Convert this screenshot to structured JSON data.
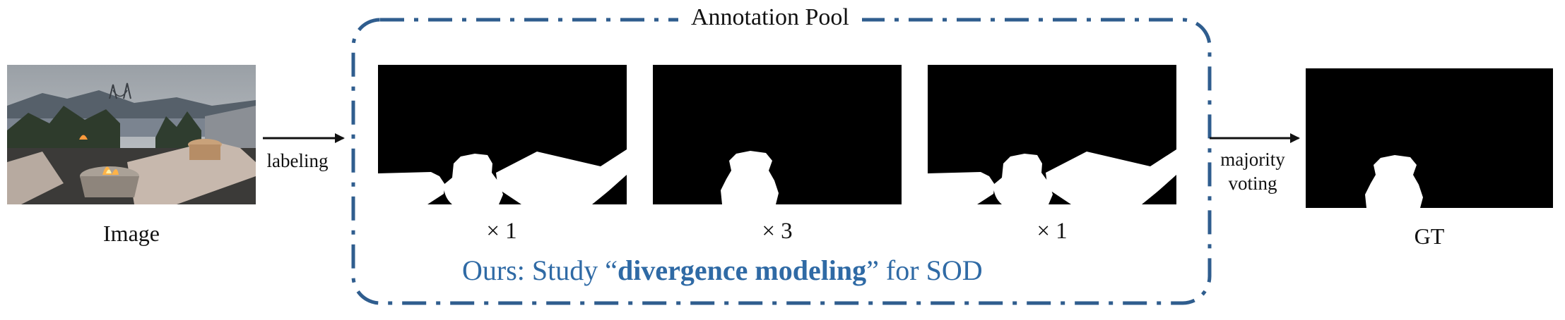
{
  "input": {
    "caption": "Image"
  },
  "arrows": {
    "left_label": "labeling",
    "right_label_line1": "majority",
    "right_label_line2": "voting"
  },
  "pool": {
    "title": "Annotation Pool",
    "multipliers": [
      "× 1",
      "× 3",
      "× 1"
    ],
    "note_prefix": "Ours:  Study “",
    "note_bold": "divergence modeling",
    "note_suffix": "” for SOD",
    "border_color": "#2f5d8e",
    "note_color": "#2f6aa5"
  },
  "output": {
    "caption": "GT"
  }
}
